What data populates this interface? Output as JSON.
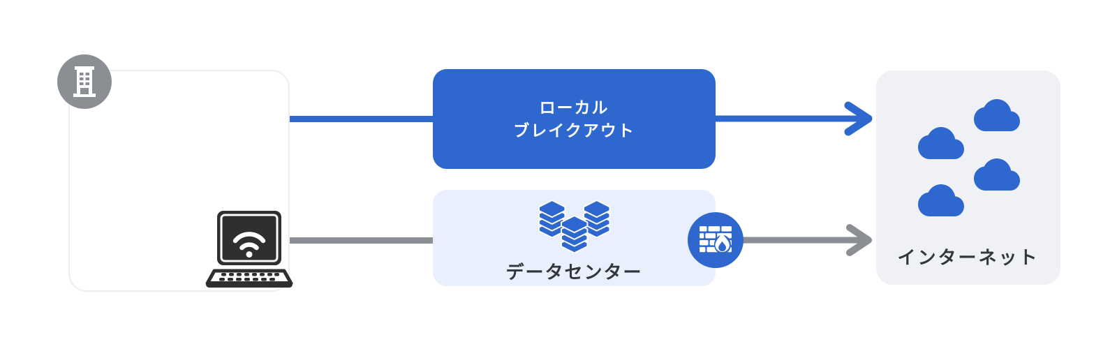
{
  "colors": {
    "blue": "#2e68cf",
    "light_blue": "#e9effc",
    "light_gray_panel": "#f0f1f4",
    "gray": "#8b8e92",
    "dark_icon": "#2d2f31",
    "text_dark": "#33373c",
    "white": "#ffffff",
    "client_border": "#edeef1"
  },
  "nodes": {
    "client": {
      "badge_icon": "building-icon",
      "device_icon": "laptop-wifi-icon"
    },
    "local_breakout": {
      "label_line1": "ローカル",
      "label_line2": "ブレイクアウト"
    },
    "datacenter": {
      "label": "データセンター",
      "icon": "server-stack-icon"
    },
    "firewall": {
      "icon": "firewall-icon"
    },
    "internet": {
      "label": "インターネット",
      "icon": "cloud-icon",
      "cloud_count": 4
    }
  },
  "connectors": {
    "local_breakout_path": {
      "color": "#2e68cf",
      "style": "solid-arrow"
    },
    "datacenter_path": {
      "color": "#8b8e92",
      "style": "solid-arrow"
    }
  }
}
